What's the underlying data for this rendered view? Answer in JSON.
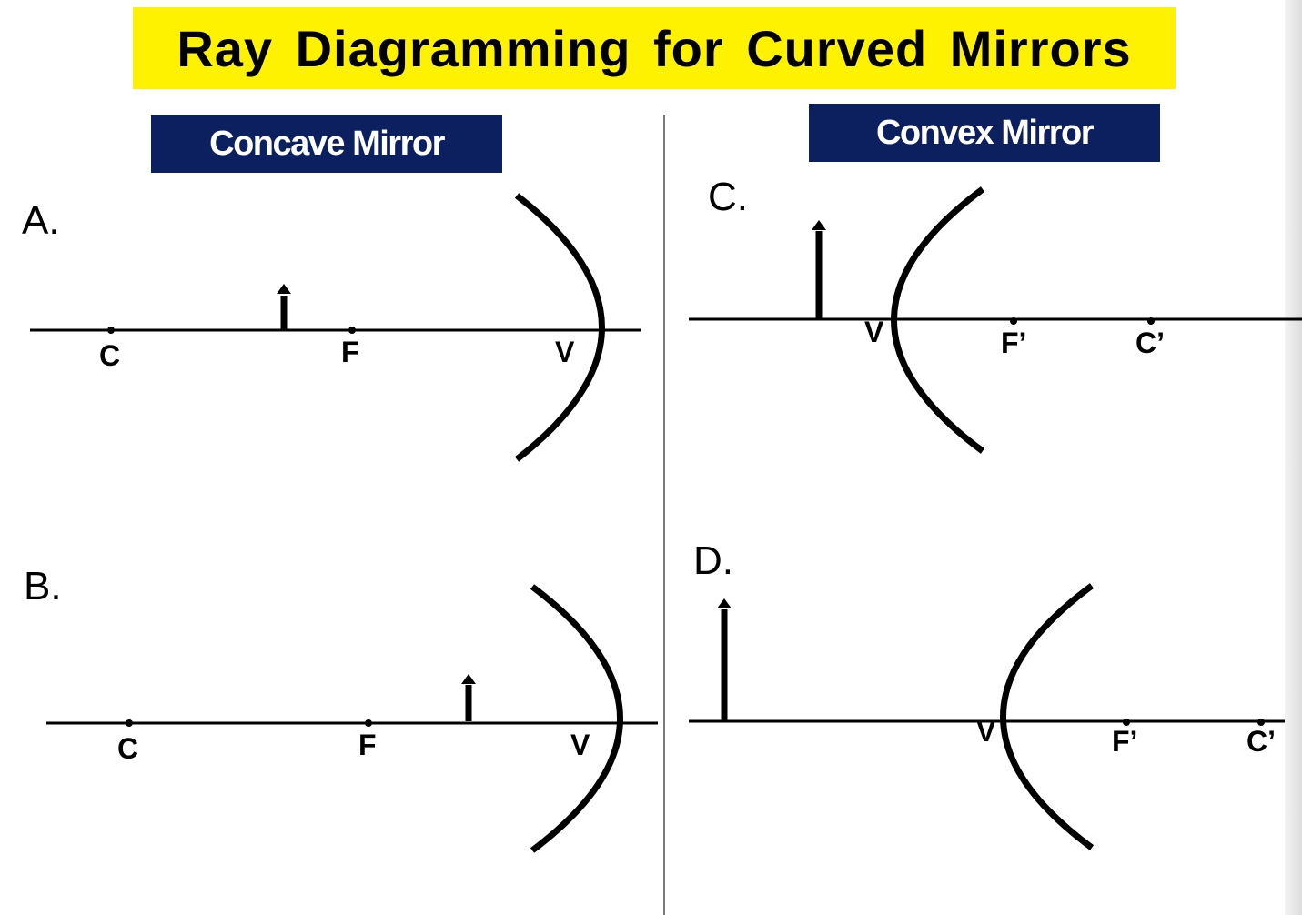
{
  "title": "Ray Diagramming for Curved Mirrors",
  "headers": {
    "concave": "Concave Mirror",
    "convex": "Convex Mirror"
  },
  "panels": {
    "a": {
      "label": "A.",
      "points": [
        "C",
        "F",
        "V"
      ]
    },
    "b": {
      "label": "B.",
      "points": [
        "C",
        "F",
        "V"
      ]
    },
    "c": {
      "label": "C.",
      "points": [
        "V",
        "F’",
        "C’"
      ]
    },
    "d": {
      "label": "D.",
      "points": [
        "V",
        "F’",
        "C’"
      ]
    }
  },
  "colors": {
    "banner": "#fff200",
    "header": "#0c2060",
    "header_text": "#ffffff",
    "ink": "#000000"
  }
}
